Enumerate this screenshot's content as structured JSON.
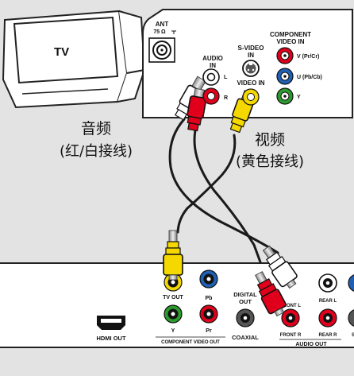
{
  "tv": {
    "screen_label": "TV"
  },
  "tv_panel": {
    "ant_line1": "ANT",
    "ant_line2": "75 Ω",
    "audio_in_line1": "AUDIO",
    "audio_in_line2": "IN",
    "audio_l": "L",
    "audio_r": "R",
    "svideo_line1": "S-VIDEO",
    "svideo_line2": "IN",
    "video_in": "VIDEO IN",
    "component_line1": "COMPONENT",
    "component_line2": "VIDEO IN",
    "comp_v": "V (Pr/Cr)",
    "comp_u": "U (Pb/Cb)",
    "comp_y": "Y"
  },
  "captions": {
    "audio_title": "音频",
    "audio_sub": "(红/白接线)",
    "video_title": "视频",
    "video_sub": "(黄色接线)"
  },
  "player_panel": {
    "hdmi_out": "HDMI OUT",
    "tv_out": "TV OUT",
    "pb": "Pb",
    "y": "Y",
    "pr": "Pr",
    "component_video_out": "COMPONENT VIDEO OUT",
    "digital_out_line1": "DIGITAL",
    "digital_out_line2": "OUT",
    "coaxial": "COAXIAL",
    "front_l": "FRONT L",
    "front_r": "FRONT R",
    "rear_l": "REAR L",
    "rear_r": "REAR R",
    "audio_out": "AUDIO OUT",
    "cut_label": "S"
  },
  "colors": {
    "yellow": "#f4d800",
    "red": "#e0001b",
    "white": "#ffffff",
    "green": "#2c9a2c",
    "blue": "#1f5fb4",
    "black": "#1a1a1a",
    "panel_bg": "#e3e3e3",
    "device_bg": "#ffffff"
  }
}
